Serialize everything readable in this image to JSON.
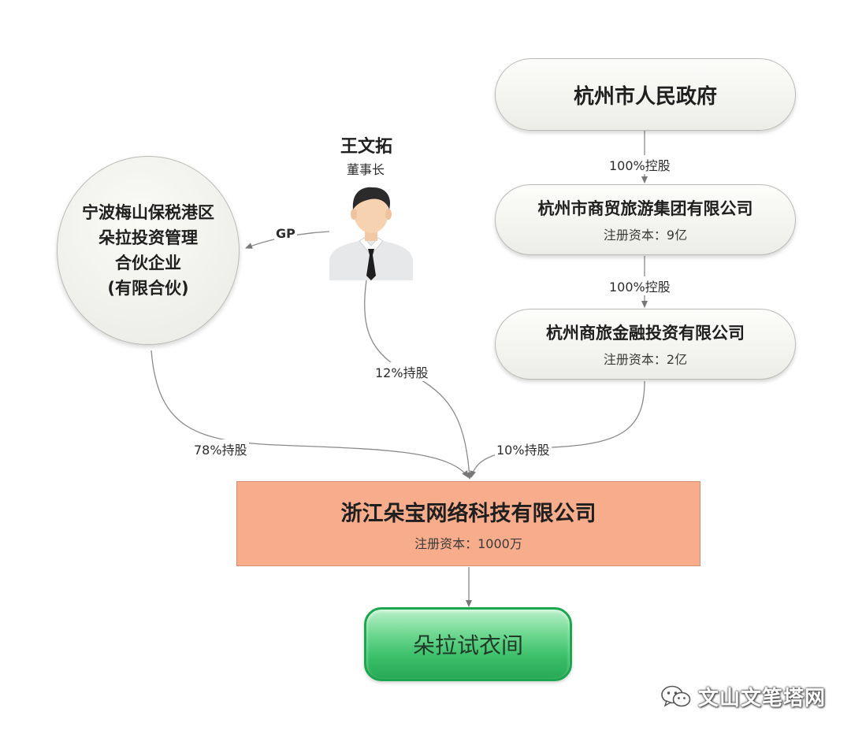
{
  "nodes": {
    "gov": {
      "name": "杭州市人民政府"
    },
    "group": {
      "name": "杭州市商贸旅游集团有限公司",
      "capital": "注册资本：9亿"
    },
    "finance": {
      "name": "杭州商旅金融投资有限公司",
      "capital": "注册资本：2亿"
    },
    "partnership": {
      "lines": [
        "宁波梅山保税港区",
        "朵拉投资管理",
        "合伙企业",
        "(有限合伙)"
      ]
    },
    "person": {
      "name": "王文拓",
      "title": "董事长"
    },
    "company": {
      "name": "浙江朵宝网络科技有限公司",
      "capital": "注册资本：1000万"
    },
    "brand": {
      "name": "朵拉试衣间"
    }
  },
  "edges": {
    "gov_to_group": "100%控股",
    "group_to_finance": "100%控股",
    "person_to_partnership": "GP",
    "person_to_company": "12%持股",
    "partnership_to_company": "78%持股",
    "finance_to_company": "10%持股"
  },
  "colors": {
    "main_box": "#f7ad8c",
    "brand_green": "#37be67",
    "node_fill": "#eeefea",
    "connector": "#888888"
  },
  "watermark": {
    "icon": "wechat-icon",
    "text": "文山文笔塔网"
  }
}
